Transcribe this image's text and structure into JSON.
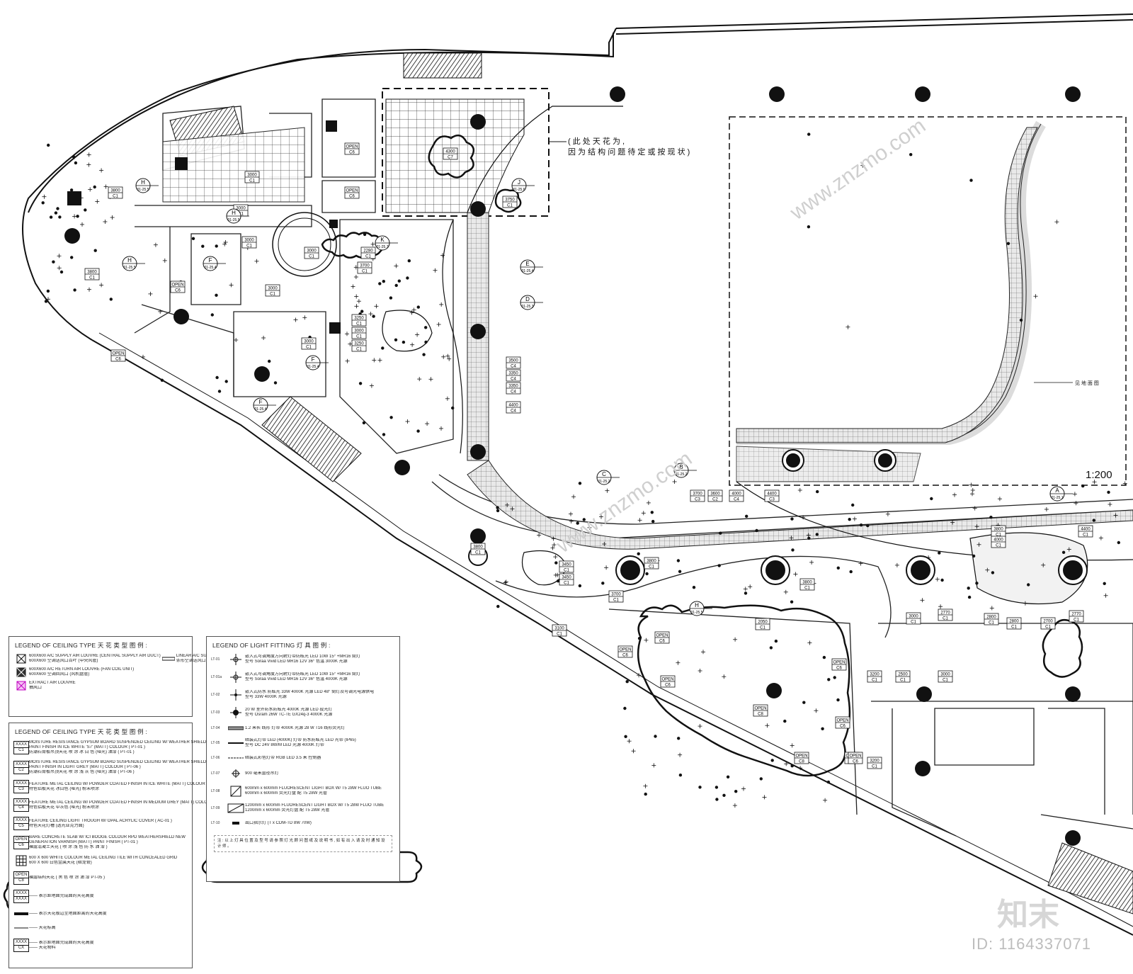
{
  "plan": {
    "scale": "1:200",
    "section_markers": [
      {
        "letter": "H",
        "ref": "01-25.5"
      },
      {
        "letter": "H",
        "ref": "01-25.5"
      },
      {
        "letter": "H",
        "ref": "01-25.5"
      },
      {
        "letter": "F",
        "ref": "01-25.4"
      },
      {
        "letter": "F",
        "ref": "01-25.4"
      },
      {
        "letter": "F",
        "ref": "01-25.4"
      },
      {
        "letter": "J",
        "ref": "01-25.6"
      },
      {
        "letter": "K",
        "ref": "01-25.7"
      },
      {
        "letter": "E",
        "ref": "01-25.4"
      },
      {
        "letter": "D",
        "ref": "01-25.3"
      },
      {
        "letter": "C",
        "ref": "01-25.2"
      },
      {
        "letter": "B",
        "ref": "01-25.2"
      },
      {
        "letter": "A",
        "ref": "01-25.1"
      },
      {
        "letter": "H",
        "ref": "01-25.5"
      }
    ],
    "ceiling_tags": [
      {
        "h": "3800",
        "t": "C1"
      },
      {
        "h": "3000",
        "t": "C1"
      },
      {
        "h": "3000",
        "t": "C1"
      },
      {
        "h": "3000",
        "t": "C1"
      },
      {
        "h": "3800",
        "t": "C1"
      },
      {
        "h": "3000",
        "t": "C1"
      },
      {
        "h": "3000",
        "t": "C1"
      },
      {
        "h": "3000",
        "t": "C1"
      },
      {
        "h": "2280",
        "t": "C1"
      },
      {
        "h": "3700",
        "t": "C1"
      },
      {
        "h": "3250",
        "t": "C1"
      },
      {
        "h": "3000",
        "t": "C1"
      },
      {
        "h": "3250",
        "t": "C1"
      },
      {
        "h": "3500",
        "t": "C4"
      },
      {
        "h": "3350",
        "t": "C4"
      },
      {
        "h": "3350",
        "t": "C4"
      },
      {
        "h": "4400",
        "t": "C4"
      },
      {
        "h": "4300",
        "t": "C7"
      },
      {
        "h": "3750",
        "t": "C1"
      },
      {
        "h": "3700",
        "t": "C3"
      },
      {
        "h": "3600",
        "t": "C2"
      },
      {
        "h": "4000",
        "t": "C4"
      },
      {
        "h": "4400",
        "t": "C3"
      },
      {
        "h": "3800",
        "t": "C1"
      },
      {
        "h": "3450",
        "t": "C1"
      },
      {
        "h": "3450",
        "t": "C1"
      },
      {
        "h": "3700",
        "t": "C1"
      },
      {
        "h": "3800",
        "t": "C1"
      },
      {
        "h": "3800",
        "t": "C1"
      },
      {
        "h": "3100",
        "t": "C1"
      },
      {
        "h": "2050",
        "t": "C1"
      },
      {
        "h": "2770",
        "t": "C1"
      },
      {
        "h": "2800",
        "t": "C1"
      },
      {
        "h": "3000",
        "t": "C1"
      },
      {
        "h": "2800",
        "t": "C1"
      },
      {
        "h": "2700",
        "t": "C1"
      },
      {
        "h": "2770",
        "t": "C1"
      },
      {
        "h": "3800",
        "t": "C1"
      },
      {
        "h": "4000",
        "t": "C1"
      },
      {
        "h": "4400",
        "t": "C1"
      },
      {
        "h": "3200",
        "t": "C1"
      },
      {
        "h": "2500",
        "t": "C1"
      },
      {
        "h": "3000",
        "t": "C1"
      },
      {
        "h": "3200",
        "t": "C1"
      }
    ],
    "open_tags": [
      {
        "t": "OPEN",
        "c": "C6"
      },
      {
        "t": "OPEN",
        "c": "C6"
      },
      {
        "t": "OPEN",
        "c": "C6"
      },
      {
        "t": "OPEN",
        "c": "C6"
      },
      {
        "t": "OPEN",
        "c": "C6"
      },
      {
        "t": "OPEN",
        "c": "C6"
      },
      {
        "t": "OPEN",
        "c": "C6"
      },
      {
        "t": "OPEN",
        "c": "C8"
      },
      {
        "t": "OPEN",
        "c": "C8"
      },
      {
        "t": "OPEN",
        "c": "C8"
      },
      {
        "t": "OPEN",
        "c": "C6"
      },
      {
        "t": "OPEN",
        "c": "C6"
      },
      {
        "t": "OPEN",
        "c": "C6"
      }
    ],
    "callout_note": [
      "( 此 处 天 花 为 ,",
      "因 为 结 构 问 题 待 定 或 按 现 状 )"
    ],
    "side_note": "见 地 面 图"
  },
  "legend_ceiling_1": {
    "title": "LEGEND OF CEILING TYPE 天 花 类 型 图 例 :",
    "items": [
      {
        "icon": "supply-louvre-icon",
        "lines": [
          "600X600 A/C SUPPLY AIR LOUVRE (CENTRAL SUPPLY AIR DUCT)",
          "600X600 空调送风口百叶 (中央风管)"
        ]
      },
      {
        "icon": "linear-grille-icon",
        "lines": [
          "LINEAR A/C SUPPLY AIR GRILLE (VERTICAL)",
          "条形空调送风口 (竖向)"
        ]
      },
      {
        "icon": "return-louvre-icon",
        "lines": [
          "600X600 A/C RETURN AIR LOUVRE (FAN COIL UNIT)",
          "600X600 空调回风口 (风机盘管)"
        ]
      },
      {
        "icon": "extract-louvre-icon",
        "lines": [
          "EXTRACT AIR LOUVRE",
          "抽风口"
        ]
      }
    ]
  },
  "legend_ceiling_2": {
    "title": "LEGEND OF CEILING TYPE 天 花 类 型 图 例 :",
    "items": [
      {
        "code": "XXXX",
        "type": "C1",
        "lines": [
          "MOISTURE RESISTANCE GYPSUM BOARD SUSPENDED CEILING W/ WEATHER SHIELD",
          "PAINT FINISH IN ICE WHITE 'S7' (MATT) COLOUR ( PT-01 )",
          "防潮石膏板吊顶天花 喷 涂 冰 白 色 (哑光) 油漆 ( PT-01 )"
        ]
      },
      {
        "code": "XXXX",
        "type": "C2",
        "lines": [
          "MOISTURE RESISTANCE GYPSUM BOARD SUSPENDED CEILING W/ WEATHER SHIELD",
          "PAINT FINISH IN LIGHT GREY (MATT) COLOUR ( PT-06 )",
          "防潮石膏板吊顶天花 喷 涂 浅 灰 色 (哑光) 油漆 ( PT-06 )"
        ]
      },
      {
        "code": "XXXX",
        "type": "C3",
        "lines": [
          "FEATURE METAL CEILING W/ POWDER COATED FINISH IN ICE WHITE (MATT) COLOUR ( MT-04 )",
          "特色铝板天花 冰白色 (哑光) 粉末喷涂"
        ]
      },
      {
        "code": "XXXX",
        "type": "C4",
        "lines": [
          "FEATURE METAL CEILING W/ POWDER COATED FINISH IN MEDIUM GREY (MATT) COLOUR ( MT-05 )",
          "特色铝板天花 中灰色 (哑光) 粉末喷涂"
        ]
      },
      {
        "code": "XXXX",
        "type": "C5",
        "lines": [
          "FEATURE CEILING LIGHT TROUGH W/ OPAL ACRYLIC COVER ( AC-01 )",
          "特色天花灯槽 (透光亚克力面)"
        ]
      },
      {
        "code": "OPEN",
        "type": "C6",
        "lines": [
          "BARE CONCRETE SLAB W/ ICI BOOGE COLOUR RPD WEATHERSHIELD NEW",
          "GENERATION VARNISH (MATT) PAINT FINISH ( PT-01 )",
          "裸露混凝土天花 ( 喷 涂 浅 色 防 水 油 漆 )"
        ]
      },
      {
        "code": "grid",
        "type": "C7",
        "lines": [
          "600 X 600 WHITE COLOUR METAL CEILING TILE WITH CONCEALED GRID",
          "600 X 600 白色金属天花 (暗龙骨)"
        ]
      },
      {
        "code": "OPEN",
        "type": "C8",
        "lines": [
          "裸露结构天花 ( 黑 色 喷 涂 油 漆 PT-05 )"
        ]
      },
      {
        "code": "XXXX",
        "type": "XXXX",
        "lines": [
          "—— 表示距地面完成面的天花高度"
        ]
      },
      {
        "code": "bar",
        "type": "",
        "lines": [
          "—— 表示天花板边至地面距离的天花高度"
        ]
      },
      {
        "code": "line",
        "type": "",
        "lines": [
          "—— 天花标高"
        ]
      },
      {
        "code": "XXXX",
        "type": "CX",
        "lines": [
          "—— 表示距地面完成面的天花高度",
          "—— 天花物料"
        ]
      }
    ]
  },
  "legend_light": {
    "title": "LEGEND OF LIGHT FITTING 灯 具 图 例 :",
    "items": [
      {
        "code": "LT-01",
        "icon": "downlight-icon",
        "lines": [
          "嵌入式可调角度方向射灯带防眩光 LED 10W 15° +MR16 筒灯",
          "型号 Soraa Vivid LED MR16 12V 36° 色温 3000K 光源"
        ]
      },
      {
        "code": "LT-01a",
        "icon": "downlight-icon",
        "lines": [
          "嵌入式可调角度方向射灯带防眩光 LED 10W 15° +MR16 筒灯",
          "型号 Soraa Vivid LED MR16 12V 36° 色温 4000K 光源"
        ]
      },
      {
        "code": "LT-02",
        "icon": "recessed-light-icon",
        "lines": [
          "嵌入式防水 防眩光 33W 4000K 光源 LED 48° 筒灯及可调光电源供电",
          "型号 33W 4000K 光源"
        ]
      },
      {
        "code": "LT-03",
        "icon": "spot-light-icon",
        "lines": [
          "20 W 室外防水防眩光 4000K 光源 LED 投光灯",
          "型号 Osram 26W TC-TE GX24q-3 4000K 光源"
        ]
      },
      {
        "code": "LT-04",
        "icon": "linear-light-icon",
        "lines": [
          "1.2 米长 线形 灯带 4000K 光源 28 W T16 线形荧光灯"
        ]
      },
      {
        "code": "LT-05",
        "icon": "led-strip-icon",
        "lines": [
          "暗装式灯带 LED (4000K) 灯带 防水防眩光 LED 光带 (IP65)",
          "型号 DC 24V 8W/M LED 光源 4000K 灯带"
        ]
      },
      {
        "code": "LT-06",
        "icon": "rgb-strip-icon",
        "lines": [
          "暗装式彩色灯带 RGB LED 3.5 米 控制器"
        ]
      },
      {
        "code": "LT-07",
        "icon": "pendant-icon",
        "lines": [
          "900 毫米直径吊灯"
        ]
      },
      {
        "code": "LT-08",
        "icon": "light-box-icon",
        "lines": [
          "600mm x 600mm FLUORESCENT LIGHT BOX W/ T5 28W FLUO TUBE",
          "600mm x 600mm 荧光灯盘 配 T5 28W 光管"
        ]
      },
      {
        "code": "LT-09",
        "icon": "light-box-long-icon",
        "lines": [
          "1200mm x 600mm FLUORESCENT LIGHT BOX W/ T5 28W FLUO TUBE",
          "1200mm x 600mm 荧光灯盘 配 T5 28W 光管"
        ]
      },
      {
        "code": "LT-10",
        "icon": "exit-sign-icon",
        "lines": [
          "出口指示灯 (T x CDM-TD 8W 70W)"
        ]
      }
    ],
    "note": "注 : 以 上 灯 具 位 置 及 型 号 请 参 照 灯 光 顾 问 图 纸 及 说 明 书 , 如 有 出 入 请 及 时 通 知 设 计 师 。"
  },
  "watermark": {
    "brand": "知末",
    "site": "www.znzmo.com",
    "id": "ID: 1164337071"
  }
}
